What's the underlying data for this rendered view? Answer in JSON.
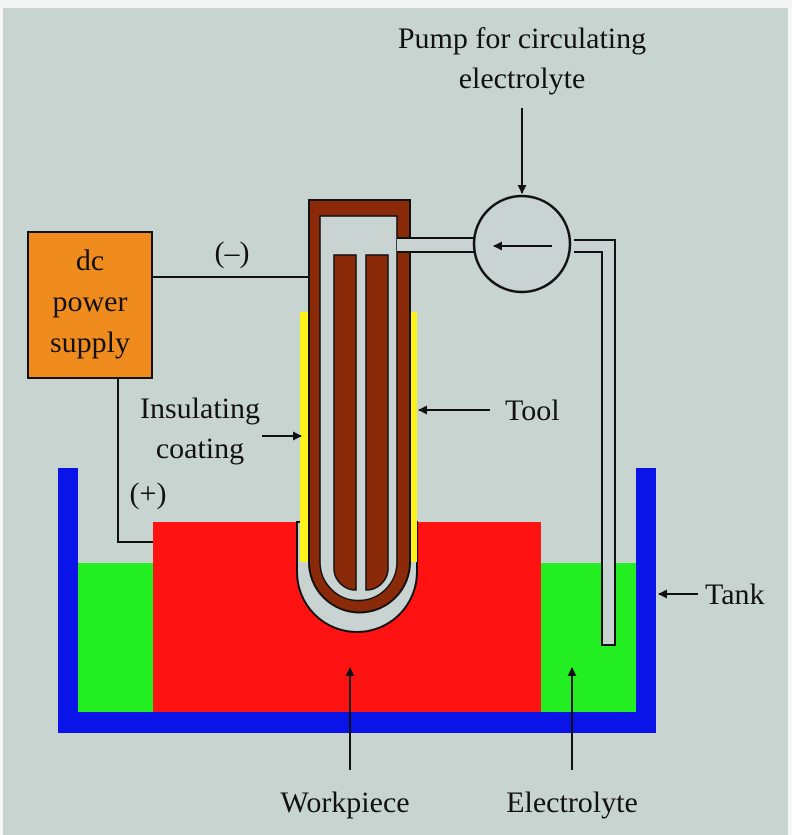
{
  "labels": {
    "pump_line1": "Pump for circulating",
    "pump_line2": "electrolyte",
    "power_line1": "dc",
    "power_line2": "power",
    "power_line3": "supply",
    "negative": "(–)",
    "positive": "(+)",
    "insulating_line1": "Insulating",
    "insulating_line2": "coating",
    "tool": "Tool",
    "tank": "Tank",
    "workpiece": "Workpiece",
    "electrolyte": "Electrolyte"
  },
  "colors": {
    "background": "#c8d4d0",
    "power_supply": "#f08c1e",
    "tool": "#8b2a08",
    "tank": "#0a14e8",
    "electrolyte": "#22ee22",
    "workpiece": "#ff1212",
    "insulation": "#fff21a",
    "pipe": "#c9d3d1"
  }
}
